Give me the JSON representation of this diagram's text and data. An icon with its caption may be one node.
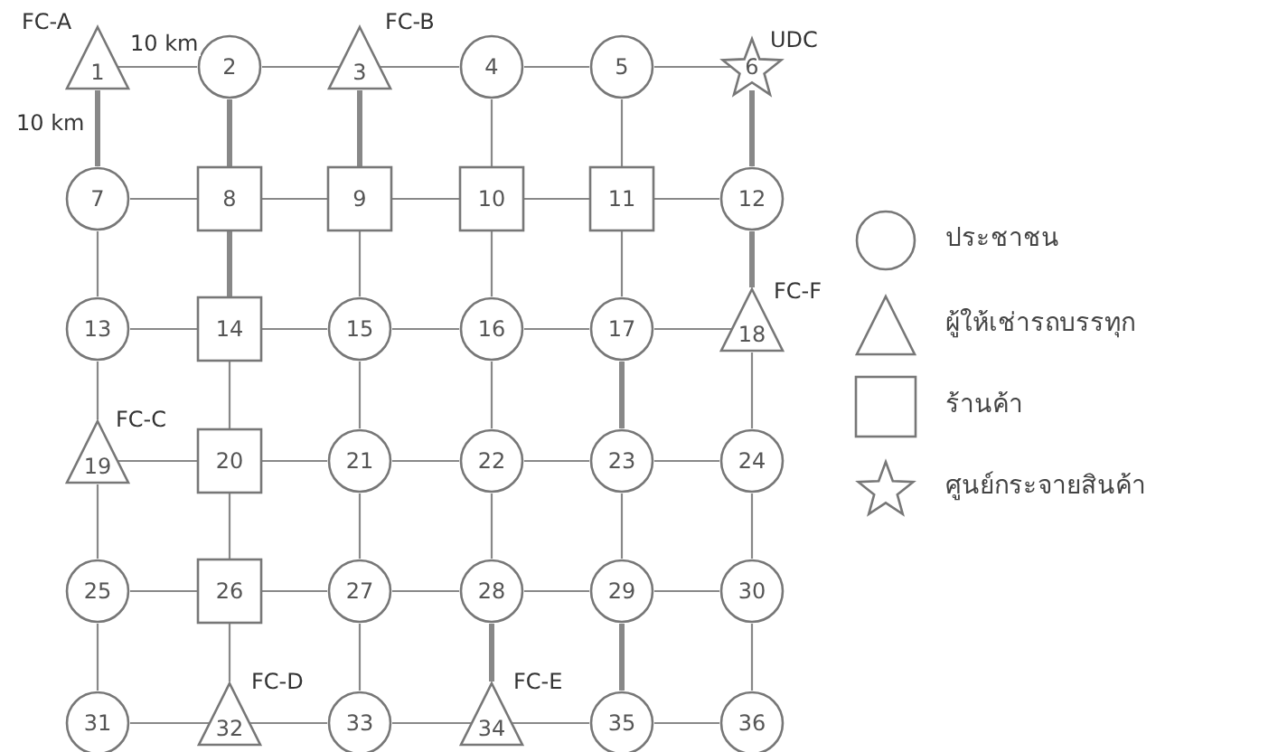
{
  "diagram": {
    "nodes": [
      {
        "text": [
          "1"
        ],
        "beside": [
          "FC-A"
        ]
      },
      {
        "text": [
          "2"
        ]
      },
      {
        "text": [
          "3"
        ],
        "beside": [
          "FC-B"
        ]
      },
      {
        "text": [
          "4"
        ]
      },
      {
        "text": [
          "5"
        ]
      },
      {
        "text": [
          "6"
        ],
        "beside": [
          "UDC"
        ]
      },
      {
        "text": [
          "7"
        ]
      },
      {
        "text": [
          "8"
        ]
      },
      {
        "text": [
          "9"
        ]
      },
      {
        "text": [
          "10"
        ]
      },
      {
        "text": [
          "11"
        ]
      },
      {
        "text": [
          "12"
        ]
      },
      {
        "text": [
          "13"
        ]
      },
      {
        "text": [
          "14"
        ]
      },
      {
        "text": [
          "15"
        ]
      },
      {
        "text": [
          "16"
        ]
      },
      {
        "text": [
          "17"
        ]
      },
      {
        "text": [
          "18"
        ],
        "beside": [
          "FC-F"
        ]
      },
      {
        "text": [
          "19"
        ],
        "beside": [
          "FC-C"
        ]
      },
      {
        "text": [
          "20"
        ]
      },
      {
        "text": [
          "21"
        ]
      },
      {
        "text": [
          "22"
        ]
      },
      {
        "text": [
          "23"
        ]
      },
      {
        "text": [
          "24"
        ]
      },
      {
        "text": [
          "25"
        ]
      },
      {
        "text": [
          "26"
        ]
      },
      {
        "text": [
          "27"
        ]
      },
      {
        "text": [
          "28"
        ]
      },
      {
        "text": [
          "29"
        ]
      },
      {
        "text": [
          "30"
        ]
      },
      {
        "text": [
          "31"
        ]
      },
      {
        "text": [
          "32"
        ],
        "beside": [
          "FC-D"
        ]
      },
      {
        "text": [
          "33"
        ]
      },
      {
        "text": [
          "34"
        ],
        "beside": [
          "FC-E"
        ]
      },
      {
        "text": [
          "35"
        ]
      },
      {
        "text": [
          "36"
        ]
      }
    ],
    "edges": [
      {
        "from": 0,
        "to": 1,
        "arrow": "none",
        "label": "10 km"
      },
      {
        "from": 1,
        "to": 2,
        "arrow": "none"
      },
      {
        "from": 2,
        "to": 3,
        "arrow": "none"
      },
      {
        "from": 3,
        "to": 4,
        "arrow": "none"
      },
      {
        "from": 4,
        "to": 5,
        "arrow": "none"
      },
      {
        "from": 6,
        "to": 7,
        "arrow": "none"
      },
      {
        "from": 7,
        "to": 8,
        "arrow": "none"
      },
      {
        "from": 8,
        "to": 9,
        "arrow": "none"
      },
      {
        "from": 9,
        "to": 10,
        "arrow": "none"
      },
      {
        "from": 10,
        "to": 11,
        "arrow": "none"
      },
      {
        "from": 12,
        "to": 13,
        "arrow": "none"
      },
      {
        "from": 13,
        "to": 14,
        "arrow": "none"
      },
      {
        "from": 14,
        "to": 15,
        "arrow": "none"
      },
      {
        "from": 15,
        "to": 16,
        "arrow": "none"
      },
      {
        "from": 16,
        "to": 17,
        "arrow": "none"
      },
      {
        "from": 18,
        "to": 19,
        "arrow": "none"
      },
      {
        "from": 19,
        "to": 20,
        "arrow": "none"
      },
      {
        "from": 20,
        "to": 21,
        "arrow": "none"
      },
      {
        "from": 21,
        "to": 22,
        "arrow": "none"
      },
      {
        "from": 22,
        "to": 23,
        "arrow": "none"
      },
      {
        "from": 24,
        "to": 25,
        "arrow": "none"
      },
      {
        "from": 25,
        "to": 26,
        "arrow": "none"
      },
      {
        "from": 26,
        "to": 27,
        "arrow": "none"
      },
      {
        "from": 27,
        "to": 28,
        "arrow": "none"
      },
      {
        "from": 28,
        "to": 29,
        "arrow": "none"
      },
      {
        "from": 30,
        "to": 31,
        "arrow": "none"
      },
      {
        "from": 31,
        "to": 32,
        "arrow": "none"
      },
      {
        "from": 32,
        "to": 33,
        "arrow": "none"
      },
      {
        "from": 33,
        "to": 34,
        "arrow": "none"
      },
      {
        "from": 34,
        "to": 35,
        "arrow": "none"
      },
      {
        "from": 0,
        "to": 6,
        "arrow": "none",
        "label": "10 km",
        "style": "thick"
      },
      {
        "from": 1,
        "to": 7,
        "arrow": "none",
        "style": "thick"
      },
      {
        "from": 2,
        "to": 8,
        "arrow": "none",
        "style": "thick"
      },
      {
        "from": 3,
        "to": 9,
        "arrow": "none"
      },
      {
        "from": 4,
        "to": 10,
        "arrow": "none"
      },
      {
        "from": 5,
        "to": 11,
        "arrow": "none",
        "style": "thick"
      },
      {
        "from": 6,
        "to": 12,
        "arrow": "none"
      },
      {
        "from": 7,
        "to": 13,
        "arrow": "none",
        "style": "thick"
      },
      {
        "from": 8,
        "to": 14,
        "arrow": "none"
      },
      {
        "from": 9,
        "to": 15,
        "arrow": "none"
      },
      {
        "from": 10,
        "to": 16,
        "arrow": "none"
      },
      {
        "from": 11,
        "to": 17,
        "arrow": "none",
        "style": "thick"
      },
      {
        "from": 12,
        "to": 18,
        "arrow": "none"
      },
      {
        "from": 13,
        "to": 19,
        "arrow": "none"
      },
      {
        "from": 14,
        "to": 20,
        "arrow": "none"
      },
      {
        "from": 15,
        "to": 21,
        "arrow": "none"
      },
      {
        "from": 16,
        "to": 22,
        "arrow": "none",
        "style": "thick"
      },
      {
        "from": 17,
        "to": 23,
        "arrow": "none"
      },
      {
        "from": 18,
        "to": 24,
        "arrow": "none"
      },
      {
        "from": 19,
        "to": 25,
        "arrow": "none"
      },
      {
        "from": 20,
        "to": 26,
        "arrow": "none"
      },
      {
        "from": 21,
        "to": 27,
        "arrow": "none"
      },
      {
        "from": 22,
        "to": 28,
        "arrow": "none"
      },
      {
        "from": 23,
        "to": 29,
        "arrow": "none"
      },
      {
        "from": 24,
        "to": 30,
        "arrow": "none"
      },
      {
        "from": 25,
        "to": 31,
        "arrow": "none"
      },
      {
        "from": 26,
        "to": 32,
        "arrow": "none"
      },
      {
        "from": 27,
        "to": 33,
        "arrow": "none",
        "style": "thick"
      },
      {
        "from": 28,
        "to": 34,
        "arrow": "none",
        "style": "thick"
      },
      {
        "from": 29,
        "to": 35,
        "arrow": "none"
      }
    ],
    "legend": [
      {
        "text": "ประชาชน"
      },
      {
        "text": "ผู้ให้เช่ารถบรรทุก"
      },
      {
        "text": "ร้านค้า"
      },
      {
        "text": "ศูนย์กระจายสินค้า"
      }
    ]
  }
}
